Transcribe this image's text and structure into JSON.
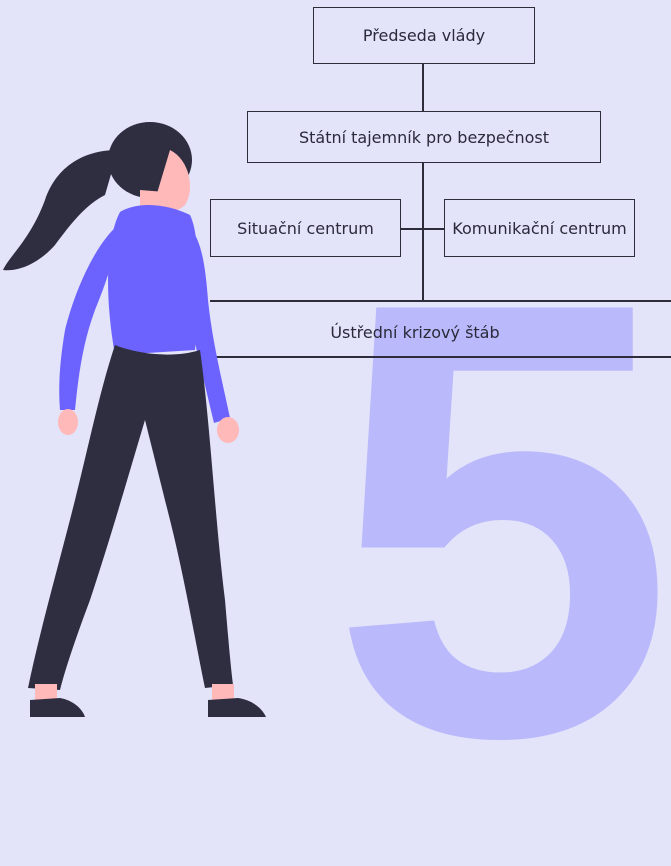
{
  "org_chart": {
    "number": "5",
    "boxes": {
      "prime_minister": "Předseda vlády",
      "state_secretary": "Státní tajemník pro bezpečnost",
      "situation_center": "Situační centrum",
      "communication_center": "Komunikační centrum",
      "central_staff": "Ústřední krizový štáb"
    }
  },
  "colors": {
    "background": "#e3e3fa",
    "accent_number": "#b9b9fb",
    "lines": "#2e2b3a",
    "figure_shirt": "#6c63ff",
    "figure_pants": "#2f2e41",
    "figure_skin": "#ffb9b9"
  }
}
